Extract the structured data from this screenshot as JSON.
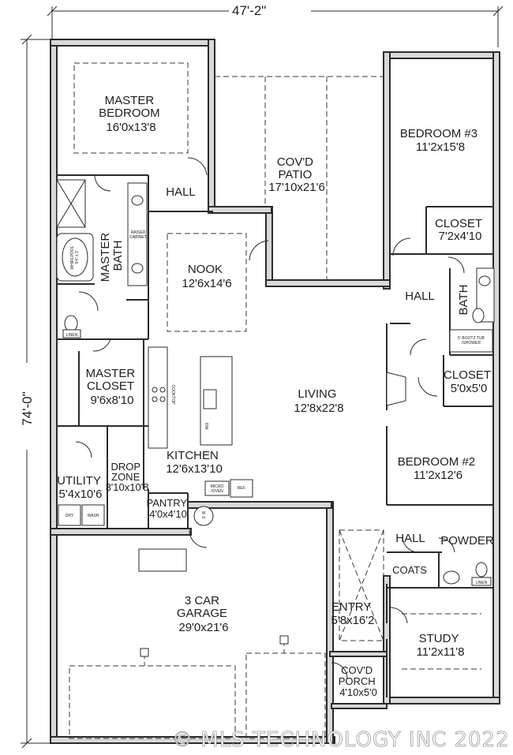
{
  "dimensions": {
    "width": "47'-2\"",
    "depth": "74'-0\""
  },
  "rooms": [
    {
      "id": "master_bedroom",
      "name_lines": [
        "MASTER",
        "BEDROOM"
      ],
      "size": "16'0x13'8"
    },
    {
      "id": "hall_top",
      "name_lines": [
        "HALL"
      ],
      "size": ""
    },
    {
      "id": "covd_patio",
      "name_lines": [
        "COV'D",
        "PATIO"
      ],
      "size": "17'10x21'6"
    },
    {
      "id": "bedroom3",
      "name_lines": [
        "BEDROOM #3"
      ],
      "size": "11'2x15'8"
    },
    {
      "id": "closet_b3",
      "name_lines": [
        "CLOSET"
      ],
      "size": "7'2x4'10"
    },
    {
      "id": "master_bath",
      "name_lines": [
        "MASTER",
        "BATH"
      ],
      "size": ""
    },
    {
      "id": "nook",
      "name_lines": [
        "NOOK"
      ],
      "size": "12'6x14'6"
    },
    {
      "id": "hall_right",
      "name_lines": [
        "HALL"
      ],
      "size": ""
    },
    {
      "id": "bath",
      "name_lines": [
        "BATH"
      ],
      "size": ""
    },
    {
      "id": "master_closet",
      "name_lines": [
        "MASTER",
        "CLOSET"
      ],
      "size": "9'6x8'10"
    },
    {
      "id": "living",
      "name_lines": [
        "LIVING"
      ],
      "size": "12'8x22'8"
    },
    {
      "id": "closet_b2",
      "name_lines": [
        "CLOSET"
      ],
      "size": "5'0x5'0"
    },
    {
      "id": "kitchen",
      "name_lines": [
        "KITCHEN"
      ],
      "size": "12'6x13'10"
    },
    {
      "id": "bedroom2",
      "name_lines": [
        "BEDROOM #2"
      ],
      "size": "11'2x12'6"
    },
    {
      "id": "drop_zone",
      "name_lines": [
        "DROP",
        "ZONE"
      ],
      "size": "3'10x10'8"
    },
    {
      "id": "utility",
      "name_lines": [
        "UTILITY"
      ],
      "size": "5'4x10'6"
    },
    {
      "id": "pantry",
      "name_lines": [
        "PANTRY"
      ],
      "size": "4'0x4'10"
    },
    {
      "id": "hall_lower",
      "name_lines": [
        "HALL"
      ],
      "size": ""
    },
    {
      "id": "powder",
      "name_lines": [
        "POWDER"
      ],
      "size": ""
    },
    {
      "id": "coats",
      "name_lines": [
        "COATS"
      ],
      "size": ""
    },
    {
      "id": "garage",
      "name_lines": [
        "3 CAR",
        "GARAGE"
      ],
      "size": "29'0x21'6"
    },
    {
      "id": "entry",
      "name_lines": [
        "ENTRY"
      ],
      "size": "5'8x16'2"
    },
    {
      "id": "study",
      "name_lines": [
        "STUDY"
      ],
      "size": "11'2x11'8"
    },
    {
      "id": "covd_porch",
      "name_lines": [
        "COV'D",
        "PORCH"
      ],
      "size": "4'10x5'0"
    }
  ],
  "fixture_labels": {
    "raised_cabinet": [
      "RAISED",
      "CABINET"
    ],
    "linen": "LINEN",
    "tub": [
      "5' BOOTZ TUB",
      "/SHOWER"
    ],
    "cooktop": "COOKTOP",
    "dw": "DW",
    "micro_oven": [
      "MICRO",
      "/OVEN"
    ],
    "ref": "REF.",
    "wh": [
      "W",
      "H"
    ],
    "dry": "DRY",
    "wash": "WASH",
    "whirlpool": [
      "WHIRLPOOL",
      "5'4\" x 3'"
    ]
  },
  "watermark": "© MLS TECHNOLOGY INC 2022"
}
